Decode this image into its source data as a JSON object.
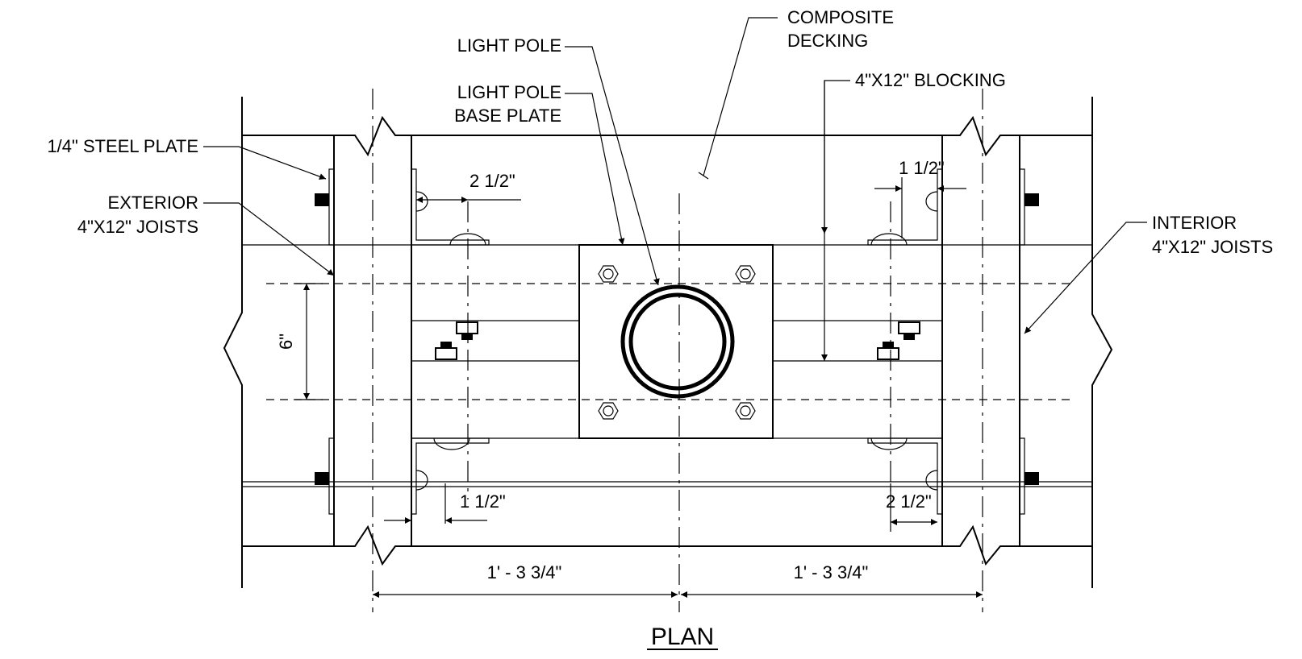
{
  "labels": {
    "composite_decking_1": "COMPOSITE",
    "composite_decking_2": "DECKING",
    "light_pole": "LIGHT POLE",
    "base_plate_1": "LIGHT POLE",
    "base_plate_2": "BASE PLATE",
    "blocking": "4\"X12\" BLOCKING",
    "steel_plate": "1/4\" STEEL PLATE",
    "exterior_joists_1": "EXTERIOR",
    "exterior_joists_2": "4\"X12\" JOISTS",
    "interior_joists_1": "INTERIOR",
    "interior_joists_2": "4\"X12\" JOISTS"
  },
  "dimensions": {
    "top_left_angle": "2 1/2\"",
    "top_right_angle": "1 1/2\"",
    "blocking_depth": "6\"",
    "bottom_left_angle": "1 1/2\"",
    "bottom_right_angle": "2 1/2\"",
    "left_span": "1' - 3 3/4\"",
    "right_span": "1' - 3 3/4\""
  },
  "title": "PLAN"
}
